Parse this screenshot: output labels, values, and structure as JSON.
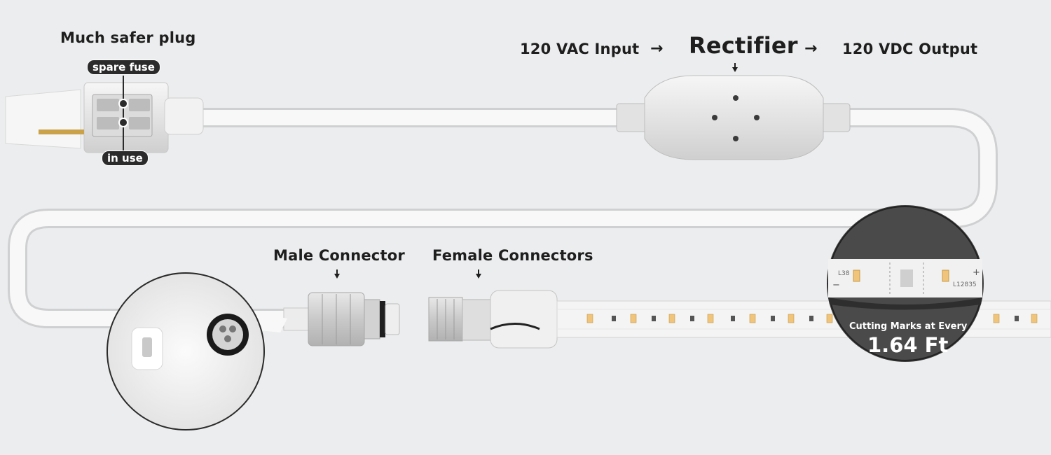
{
  "plug": {
    "title": "Much safer plug",
    "spare_fuse": "spare fuse",
    "in_use": "in use"
  },
  "rectifier": {
    "input": "120 VAC Input",
    "arrow": "→",
    "title": "Rectifier",
    "output": "120 VDC Output"
  },
  "connectors": {
    "male": "Male Connector",
    "female": "Female Connectors"
  },
  "cutting": {
    "line1": "Cutting Marks at Every",
    "line2": "1.64 Ft"
  },
  "strip_labels": {
    "l38": "L38",
    "l12835": "L12835",
    "plus": "+",
    "minus": "−"
  },
  "colors": {
    "background": "#ecedee",
    "cable": "#f7f7f7",
    "pill": "#2b2b2b",
    "led": "#f0c47a"
  }
}
